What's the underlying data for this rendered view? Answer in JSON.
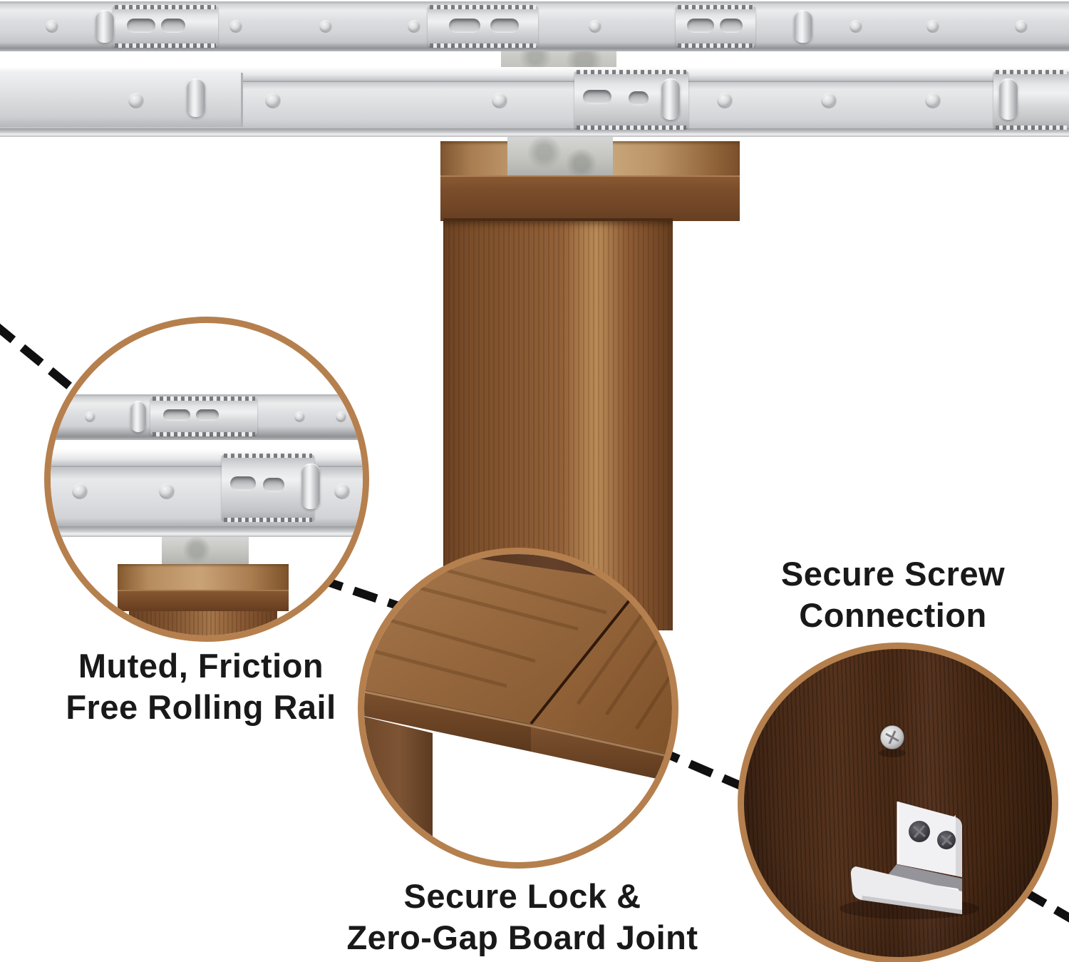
{
  "callouts": {
    "rail": {
      "line1": "Muted, Friction",
      "line2": "Free Rolling Rail"
    },
    "joint": {
      "line1": "Secure Lock &",
      "line2": "Zero-Gap Board Joint"
    },
    "screw": {
      "line1": "Secure Screw",
      "line2": "Connection"
    }
  },
  "colors": {
    "background": "#ffffff",
    "circle_border": "#b5804e",
    "dash": "#101010",
    "text": "#191919",
    "wood": "#8a5a34",
    "dark_wood": "#4a2b18",
    "metal": "#d8d9db"
  }
}
